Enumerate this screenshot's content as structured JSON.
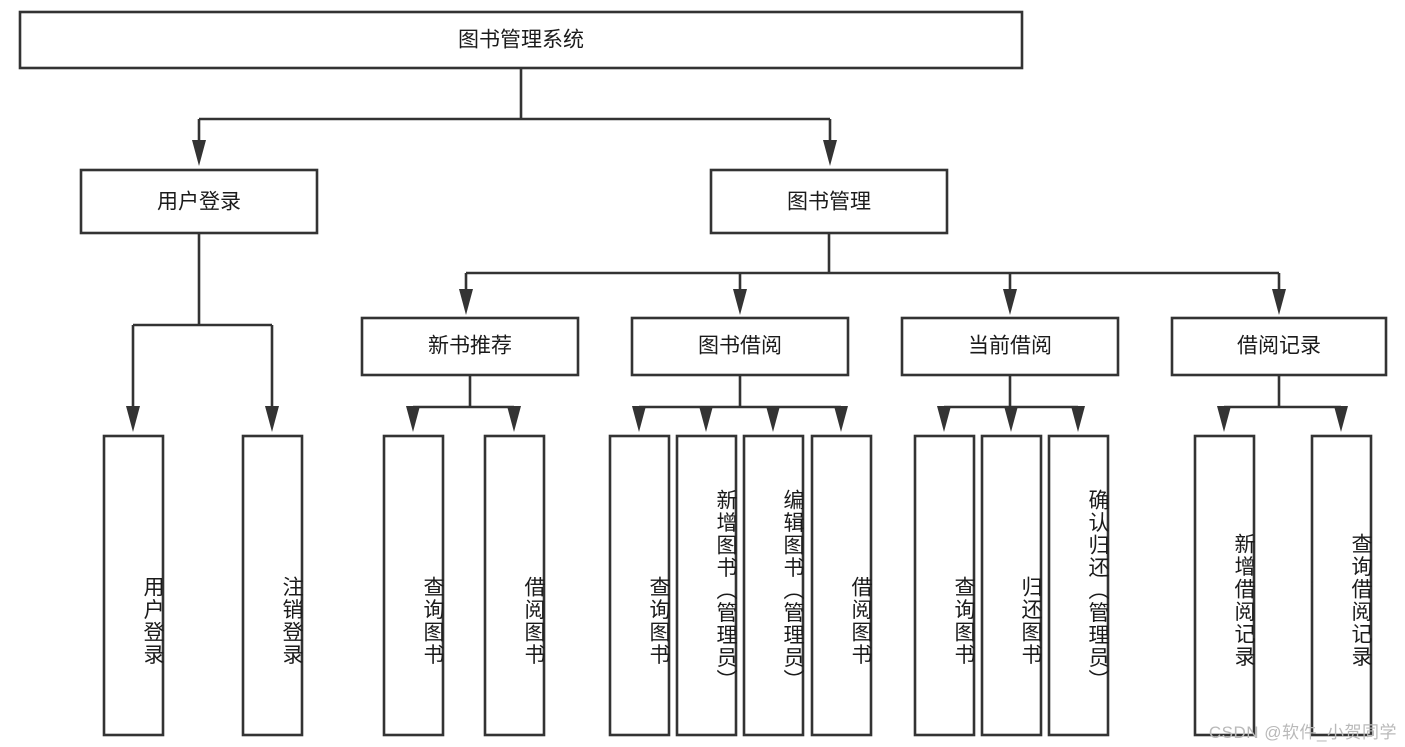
{
  "diagram": {
    "title": "图书管理系统",
    "type": "tree",
    "orientation": "top-down",
    "colors": {
      "box_stroke": "#333333",
      "box_fill": "#ffffff",
      "connector": "#333333",
      "text": "#1b1b1b",
      "background": "#ffffff",
      "watermark": "#b9b9b9"
    },
    "root": {
      "label": "图书管理系统",
      "level": 0
    },
    "level1": [
      {
        "label": "用户登录"
      },
      {
        "label": "图书管理"
      }
    ],
    "level2": [
      {
        "label": "新书推荐",
        "parent": "图书管理"
      },
      {
        "label": "图书借阅",
        "parent": "图书管理"
      },
      {
        "label": "当前借阅",
        "parent": "图书管理"
      },
      {
        "label": "借阅记录",
        "parent": "图书管理"
      }
    ],
    "leaves": {
      "用户登录": [
        {
          "label": "用户登录"
        },
        {
          "label": "注销登录"
        }
      ],
      "新书推荐": [
        {
          "label": "查询图书"
        },
        {
          "label": "借阅图书"
        }
      ],
      "图书借阅": [
        {
          "label": "查询图书"
        },
        {
          "label": "新增图书（管理员）"
        },
        {
          "label": "编辑图书（管理员）"
        },
        {
          "label": "借阅图书"
        }
      ],
      "当前借阅": [
        {
          "label": "查询图书"
        },
        {
          "label": "归还图书"
        },
        {
          "label": "确认归还（管理员）"
        }
      ],
      "借阅记录": [
        {
          "label": "新增借阅记录"
        },
        {
          "label": "查询借阅记录"
        }
      ]
    }
  },
  "watermark": {
    "text": "CSDN @软件_小贺同学"
  }
}
